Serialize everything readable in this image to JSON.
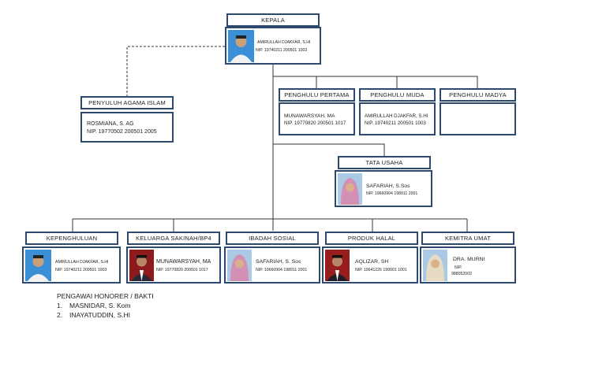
{
  "top": {
    "title": "KEPALA",
    "name": "AMIRULLAH DJAKFAR, S.HI",
    "nip": "NIP. 19740211 200501 1003"
  },
  "penyuluh": {
    "title": "PENYULUH AGAMA ISLAM",
    "name": "ROSMIANA, S. AG",
    "nip": "NIP. 19770502 200501 2005"
  },
  "penghulu": [
    {
      "title": "PENGHULU PERTAMA",
      "name": "MUNAWARSYAH, MA",
      "nip": "NIP. 19770820 200501 1017"
    },
    {
      "title": "PENGHULU MUDA",
      "name": "AMIRULLAH DJAKFAR, S.HI",
      "nip": "NIP. 19740211 200501 1003"
    },
    {
      "title": "PENGHULU MADYA",
      "name": "",
      "nip": ""
    }
  ],
  "tata_usaha": {
    "title": "TATA USAHA",
    "name": "SAFARIAH, S.Sos",
    "nip": "NIP. 19660904 198911 2001"
  },
  "units": [
    {
      "title": "KEPENGHULUAN",
      "name": "AMIRULLAH DJAKFAR, S.HI",
      "nip": "NIP. 19740211 200501 1003"
    },
    {
      "title": "KELUARGA SAKINAH/BP4",
      "name": "MUNAWARSYAH, MA",
      "nip": "NIP. 19770820 200501 1017"
    },
    {
      "title": "IBADAH SOSIAL",
      "name": "SAFARIAH, S. Sos",
      "nip": "NIP. 19660904 198911 2001"
    },
    {
      "title": "PRODUK HALAL",
      "name": "AQLIZAR, SH",
      "nip": "NIP. 19641226 199001 1001"
    },
    {
      "title": "KEMITRA UMAT",
      "name": "DRA. MURNI",
      "nip": "NIP.",
      "nip2": "988052002"
    }
  ],
  "honorer": {
    "heading": "PENGAWAI HONORER / BAKTI",
    "items": [
      {
        "num": "1.",
        "name": "MASNIDAR, S. Kom"
      },
      {
        "num": "2.",
        "name": "INAYATUDDIN, S.HI"
      }
    ]
  },
  "colors": {
    "border": "#2d4a6e",
    "line": "#333333"
  }
}
